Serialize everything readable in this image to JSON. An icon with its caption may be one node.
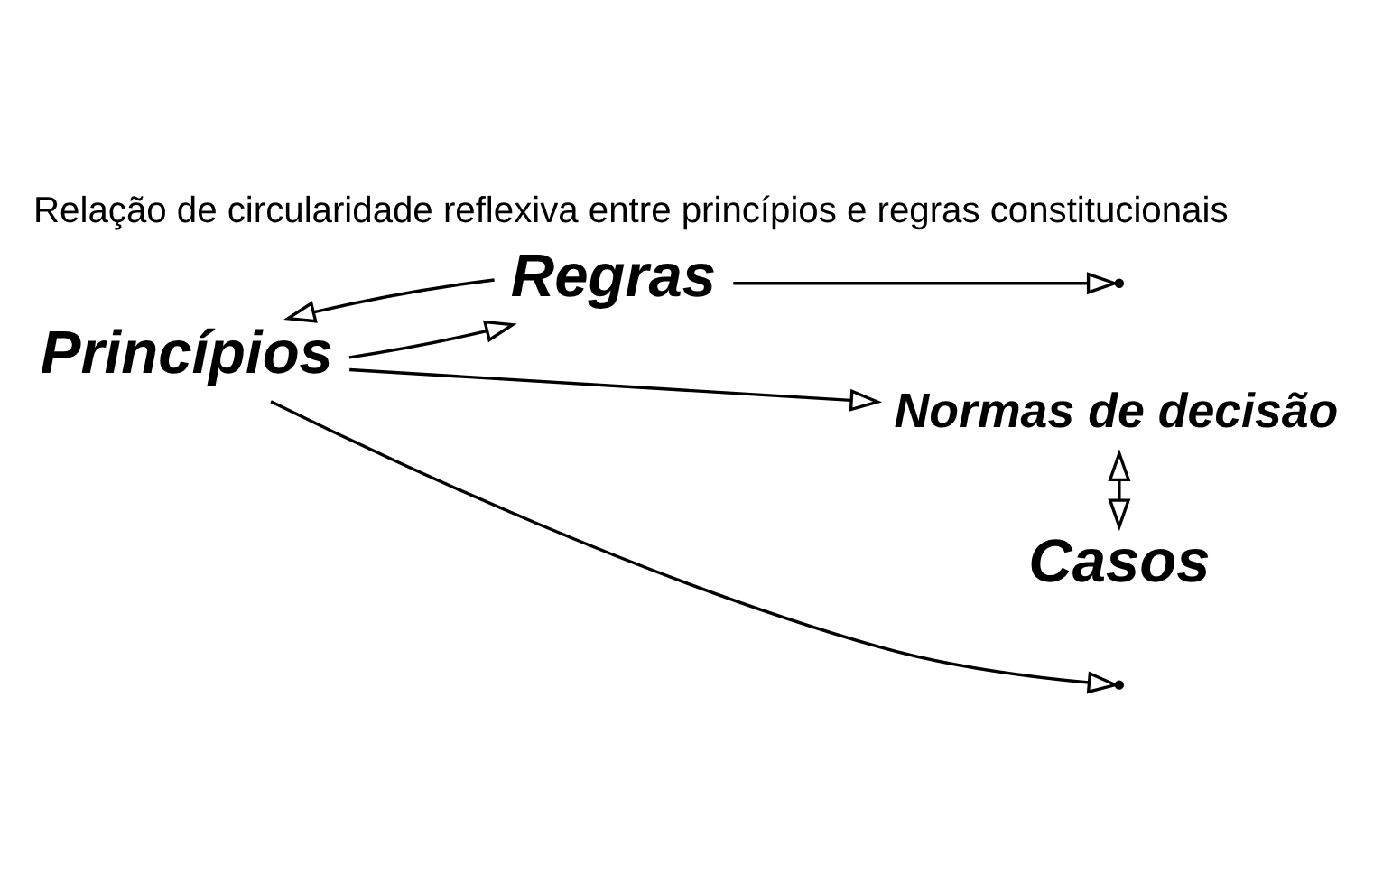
{
  "diagram": {
    "title": "Relação de circularidade reflexiva entre princípios e regras constitucionais",
    "nodes": [
      {
        "text": [
          "Princípios"
        ]
      },
      {
        "text": [
          "Regras"
        ]
      },
      {
        "text": [
          "Normas de decisão"
        ]
      },
      {
        "text": [
          "Casos"
        ]
      }
    ],
    "edges": [
      {
        "from": 1,
        "to": 0,
        "arrow": "to"
      },
      {
        "from": 0,
        "to": 1,
        "arrow": "to"
      },
      {
        "from": 0,
        "to": 2,
        "arrow": "to"
      },
      {
        "from": 1,
        "to": null,
        "arrow": "to"
      },
      {
        "from": 0,
        "to": null,
        "arrow": "to"
      },
      {
        "from": 2,
        "to": 3,
        "arrow": "both"
      }
    ]
  }
}
